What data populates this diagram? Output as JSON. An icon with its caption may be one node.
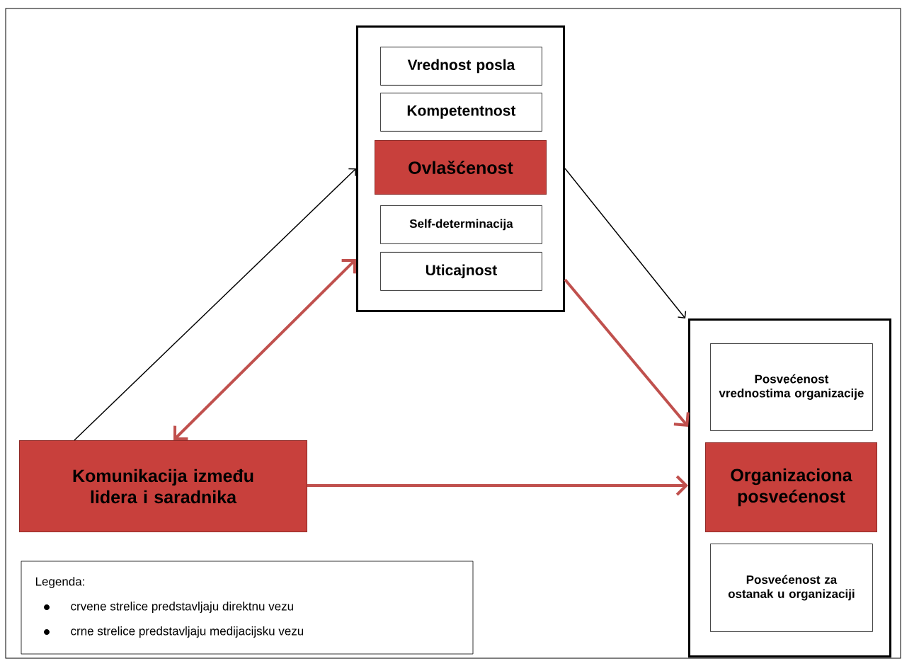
{
  "diagram": {
    "nodes": [
      {
        "text": [],
        "shape": "box"
      },
      {
        "text": [
          "Vrednost posla"
        ],
        "in": 0
      },
      {
        "text": [
          "Kompetentnost"
        ],
        "in": 0
      },
      {
        "text": [
          "Ovlašćenost"
        ],
        "in": 0
      },
      {
        "text": [
          "Self-determinacija"
        ],
        "in": 0
      },
      {
        "text": [
          "Uticajnost"
        ],
        "in": 0
      },
      {
        "text": [],
        "shape": "box"
      },
      {
        "text": [
          "Posvećenost vrednostima organizacije"
        ],
        "in": 6
      },
      {
        "text": [
          "Organizaciona posvećenost"
        ],
        "in": 6
      },
      {
        "text": [
          "Posvećenost za ostanak u organizaciji"
        ],
        "in": 6
      },
      {
        "text": [
          "Komunikacija između lidera i saradnika"
        ]
      }
    ],
    "edges": [
      {
        "from": 10,
        "to": 0,
        "arrow": "to",
        "color": "#000000"
      },
      {
        "from": 0,
        "to": 6,
        "arrow": "to",
        "color": "#000000"
      },
      {
        "from": 10,
        "to": 0,
        "arrow": "both"
      },
      {
        "from": 0,
        "to": 6,
        "arrow": "to"
      },
      {
        "from": 10,
        "to": 6,
        "arrow": "to"
      }
    ],
    "labels": [
      "Legenda:"
    ],
    "legend": [
      {
        "text": "crvene strelice predstavljaju direktnu vezu"
      },
      {
        "text": "crne strelice predstavljaju medijacijsku vezu"
      }
    ]
  }
}
